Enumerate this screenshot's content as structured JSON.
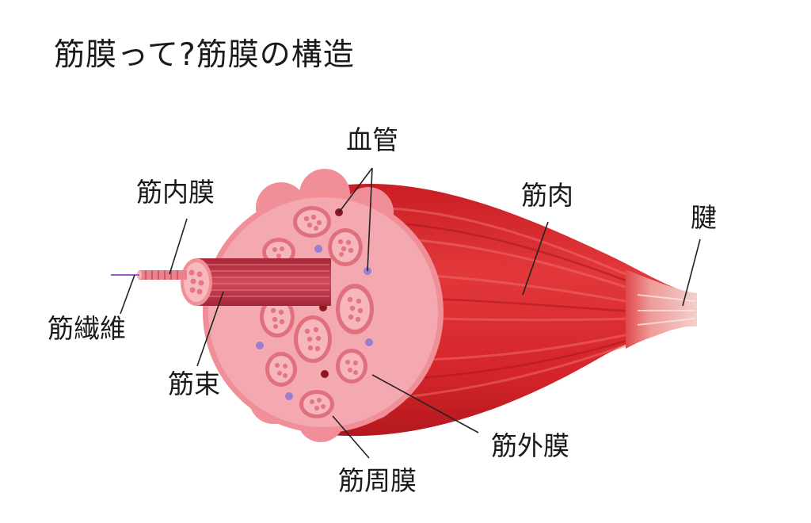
{
  "title": "筋膜って?筋膜の構造",
  "labels": {
    "blood_vessel": "血管",
    "endomysium": "筋内膜",
    "muscle": "筋肉",
    "tendon": "腱",
    "muscle_fiber": "筋繊維",
    "fascicle": "筋束",
    "epimysium": "筋外膜",
    "perimysium": "筋周膜"
  },
  "colors": {
    "muscle_red": "#d9262a",
    "muscle_dark": "#b81c22",
    "pink_face": "#f3a4ab",
    "fascicle_red": "#c23a44",
    "tendon": "#f1c6c2",
    "vessel_dark": "#8e1620",
    "vessel_purple": "#9a7fd0",
    "leader_line": "#222222"
  }
}
